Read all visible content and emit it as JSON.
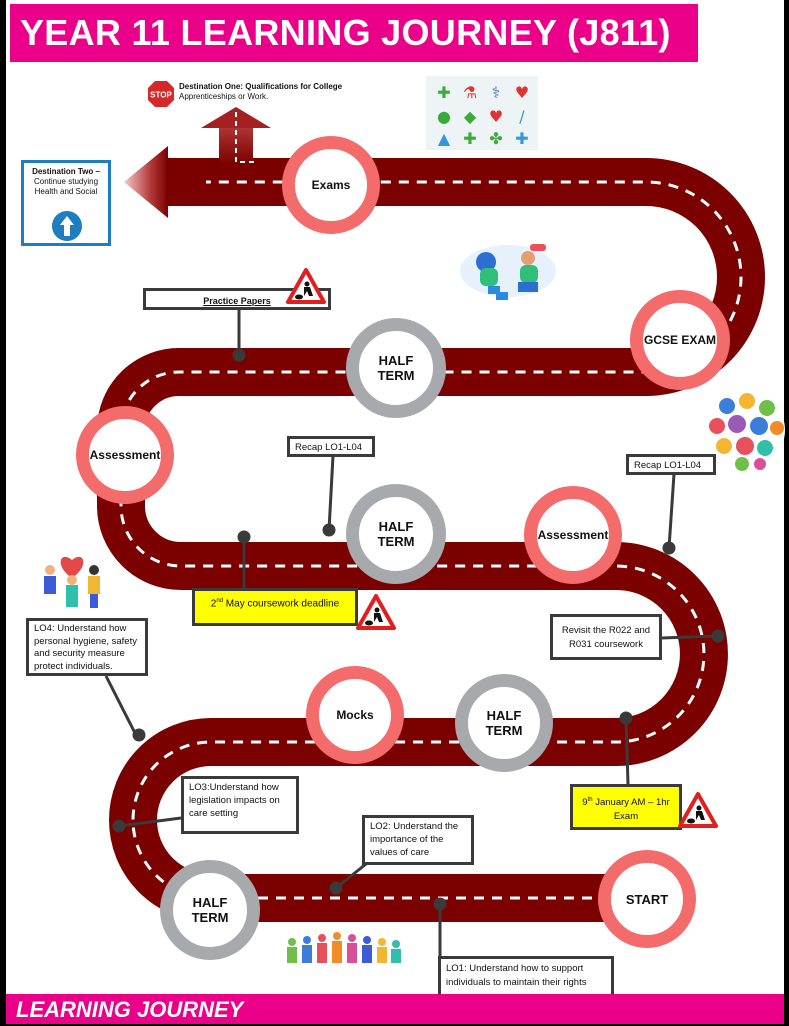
{
  "title": "YEAR 11 LEARNING JOURNEY (J811)",
  "footer": "LEARNING JOURNEY",
  "colors": {
    "brand_pink": "#ea0089",
    "road": "#7b0000",
    "milestone_red": "#f36b6b",
    "milestone_grey": "#a7a9ac",
    "callout_highlight": "#ffff00",
    "destination_blue": "#1e7ec0"
  },
  "destinations": {
    "one": {
      "icon": "stop-sign-icon",
      "stop_label": "STOP",
      "title": "Destination One: Qualifications for College",
      "subtitle": "Apprenticeships or Work."
    },
    "two": {
      "icon": "up-arrow-sign-icon",
      "lines": [
        "Destination Two –",
        "Continue studying",
        "Health and Social"
      ]
    }
  },
  "milestones": [
    {
      "id": "start",
      "label": "START",
      "type": "event"
    },
    {
      "id": "half-term-1",
      "label": "HALF TERM",
      "type": "break"
    },
    {
      "id": "mocks",
      "label": "Mocks",
      "type": "event"
    },
    {
      "id": "half-term-2",
      "label": "HALF TERM",
      "type": "break"
    },
    {
      "id": "assessment-1",
      "label": "Assessment",
      "type": "event"
    },
    {
      "id": "half-term-3",
      "label": "HALF TERM",
      "type": "break"
    },
    {
      "id": "assessment-2",
      "label": "Assessment",
      "type": "event"
    },
    {
      "id": "half-term-4",
      "label": "HALF TERM",
      "type": "break"
    },
    {
      "id": "gcse-exam",
      "label": "GCSE EXAM",
      "type": "event"
    },
    {
      "id": "exams",
      "label": "Exams",
      "type": "event"
    }
  ],
  "callouts": {
    "lo1": "LO1: Understand how to support individuals to maintain their rights",
    "lo2": "LO2: Understand the importance of the values of care",
    "lo3": "LO3:Understand how legislation impacts on care setting",
    "lo4": "LO4: Understand how personal hygiene, safety and security measure protect individuals.",
    "jan_exam": {
      "day": "9",
      "suffix": "th",
      "rest": " January AM – 1hr Exam"
    },
    "revisit": "Revisit the R022 and R031 coursework",
    "recap_right": "Recap LO1-L04",
    "recap_left": "Recap LO1-L04",
    "may_deadline": {
      "day": "2",
      "suffix": "nd",
      "rest": " May coursework deadline"
    },
    "practice_papers": "Practice Papers"
  },
  "decorations": [
    "medical-icons-clipart",
    "people-talking-clipart",
    "colourful-hands-clipart",
    "people-holding-heart-clipart",
    "group-of-people-clipart"
  ]
}
